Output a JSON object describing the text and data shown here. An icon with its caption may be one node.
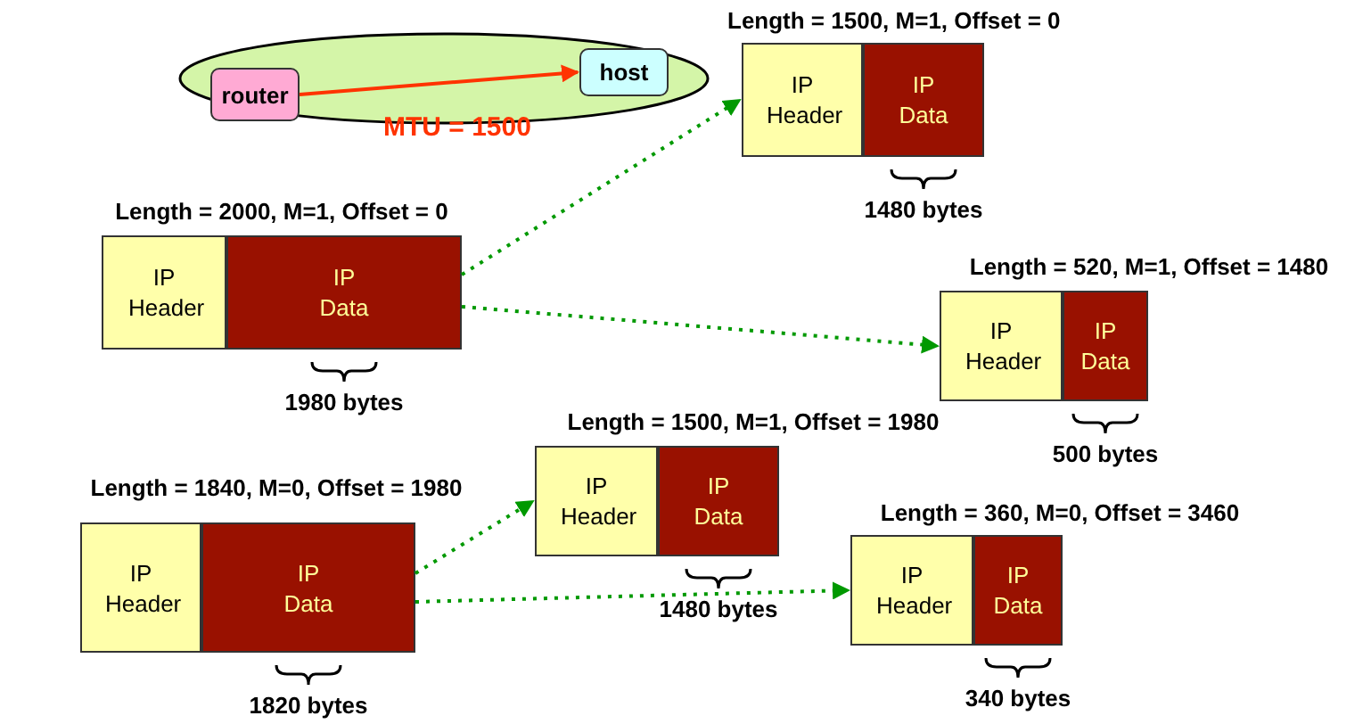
{
  "diagram": {
    "nodes": [
      {
        "text": [],
        "shape": "ellipse"
      },
      {
        "text": [
          "router"
        ],
        "in": 0
      },
      {
        "text": [
          "host"
        ],
        "in": 0
      },
      {
        "text": [
          "Length = 1500, M=1, Offset = 0"
        ]
      },
      {
        "text": [
          "IP Header"
        ],
        "in": 3
      },
      {
        "text": [
          "IP Data"
        ],
        "in": 3,
        "beside": [
          "1480 bytes"
        ]
      },
      {
        "text": [
          "Length = 2000, M=1, Offset = 0"
        ]
      },
      {
        "text": [
          "IP Header"
        ],
        "in": 6
      },
      {
        "text": [
          "IP Data"
        ],
        "in": 6,
        "beside": [
          "1980 bytes"
        ]
      },
      {
        "text": [
          "Length = 520, M=1, Offset = 1480"
        ]
      },
      {
        "text": [
          "IP Header"
        ],
        "in": 9
      },
      {
        "text": [
          "IP Data"
        ],
        "in": 9,
        "beside": [
          "500 bytes"
        ]
      },
      {
        "text": [
          "Length = 1500, M=1, Offset = 1980"
        ]
      },
      {
        "text": [
          "IP Header"
        ],
        "in": 12
      },
      {
        "text": [
          "IP Data"
        ],
        "in": 12,
        "beside": [
          "1480 bytes"
        ]
      },
      {
        "text": [
          "Length = 1840, M=0, Offset = 1980"
        ]
      },
      {
        "text": [
          "IP Header"
        ],
        "in": 15
      },
      {
        "text": [
          "IP Data"
        ],
        "in": 15,
        "beside": [
          "1820 bytes"
        ]
      },
      {
        "text": [
          "Length = 360, M=0, Offset = 3460"
        ]
      },
      {
        "text": [
          "IP Header"
        ],
        "in": 18
      },
      {
        "text": [
          "IP Data"
        ],
        "in": 18,
        "beside": [
          "340 bytes"
        ]
      }
    ],
    "edges": [
      {
        "from": 1,
        "to": 2,
        "arrow": "to",
        "label": "MTU = 1500",
        "color": "#ff3300"
      },
      {
        "from": 8,
        "to": 4,
        "arrow": "to",
        "style": "dashed"
      },
      {
        "from": 8,
        "to": 10,
        "arrow": "to",
        "style": "dashed"
      },
      {
        "from": 17,
        "to": 13,
        "arrow": "to",
        "style": "dashed"
      },
      {
        "from": 17,
        "to": 19,
        "arrow": "to",
        "style": "dashed"
      }
    ]
  }
}
